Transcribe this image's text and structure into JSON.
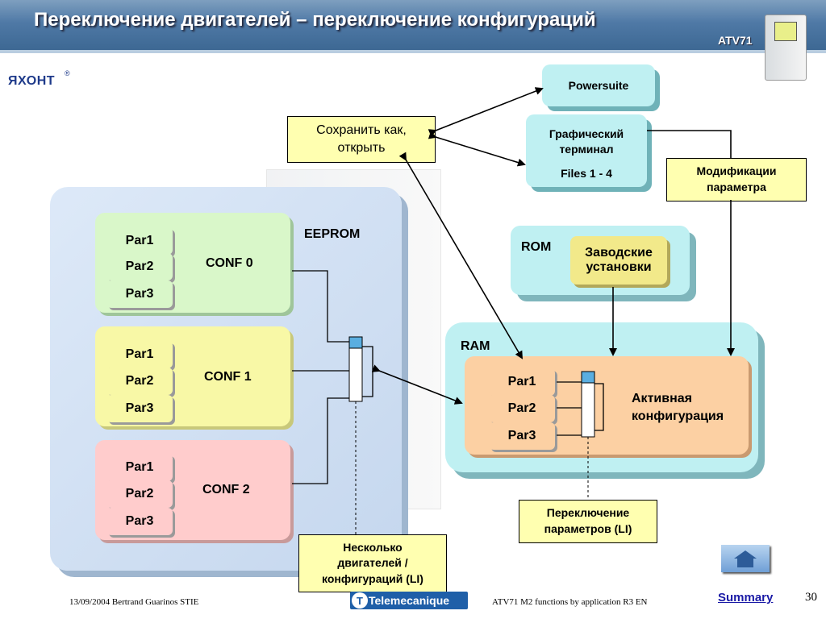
{
  "header": {
    "title": "Переключение двигателей – переключение конфигураций",
    "product": "ATV71"
  },
  "logo": {
    "text": "ЯХОНТ",
    "mark": "®"
  },
  "eeprom": {
    "label": "EEPROM",
    "configs": [
      {
        "name": "CONF 0",
        "params": [
          "Par1",
          "Par2",
          "Par3"
        ],
        "color": "#d9f7c9"
      },
      {
        "name": "CONF 1",
        "params": [
          "Par1",
          "Par2",
          "Par3"
        ],
        "color": "#f8f8a6"
      },
      {
        "name": "CONF 2",
        "params": [
          "Par1",
          "Par2",
          "Par3"
        ],
        "color": "#ffcccc"
      }
    ]
  },
  "powersuite": "Powersuite",
  "terminal": {
    "line1": "Графический",
    "line2": "терминал",
    "files": "Files 1 - 4"
  },
  "save_open": {
    "line1": "Сохранить как,",
    "line2": "открыть"
  },
  "modifications": {
    "line1": "Модификации",
    "line2": "параметра"
  },
  "rom": {
    "label": "ROM",
    "factory_line1": "Заводские",
    "factory_line2": "установки"
  },
  "ram": {
    "label": "RAM",
    "params": [
      "Par1",
      "Par2",
      "Par3"
    ],
    "active_line1": "Активная",
    "active_line2": "конфигурация"
  },
  "switch_params": {
    "line1": "Переключение",
    "line2": "параметров (LI)"
  },
  "multi_motor": {
    "line1": "Несколько",
    "line2": "двигателей /",
    "line3": "конфигураций  (LI)"
  },
  "footer": {
    "date_author": "13/09/2004   Bertrand Guarinos STIE",
    "brand": "Telemecanique",
    "doc": "ATV71 M2 functions by application R3 EN",
    "summary": "Summary",
    "page": "30"
  }
}
